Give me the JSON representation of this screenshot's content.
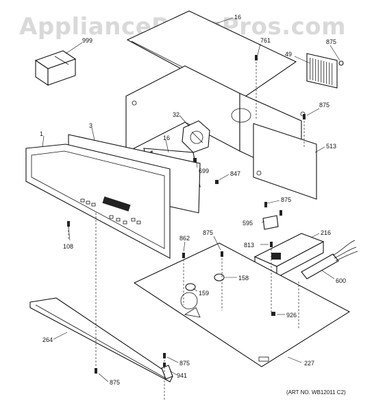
{
  "watermark": "AppliancePartsPros.com",
  "art_number": "(ART NO. WB12011 C2)",
  "part_labels": {
    "p999": "999",
    "p16_top": "16",
    "p761": "761",
    "p49": "49",
    "p875_a": "875",
    "p875_b": "875",
    "p32": "32",
    "p1": "1",
    "p3": "3",
    "p16": "16",
    "p513": "513",
    "p699": "699",
    "p847": "847",
    "p875_c": "875",
    "p595": "595",
    "p108": "108",
    "p862": "862",
    "p875_d": "875",
    "p216": "216",
    "p813": "813",
    "p158": "158",
    "p159": "159",
    "p600": "600",
    "p926": "926",
    "p264": "264",
    "p227": "227",
    "p875_e": "875",
    "p941": "941",
    "p875_f": "875"
  }
}
